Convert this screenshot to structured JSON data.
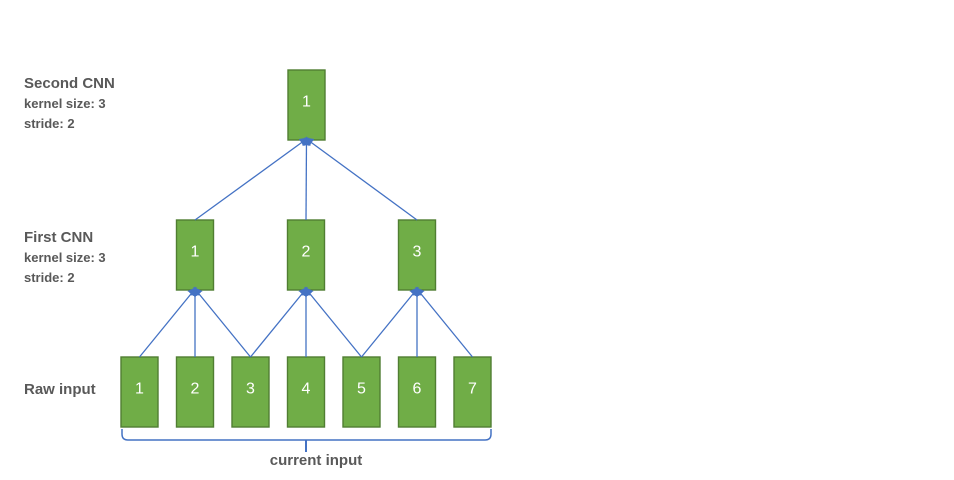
{
  "colors": {
    "background": "#FFFFFF",
    "box_fill": "#70AD47",
    "box_border": "#507E32",
    "box_text": "#FFFFFF",
    "arrow": "#4472C4",
    "label": "#595959"
  },
  "labels": {
    "second_cnn": {
      "title": "Second CNN",
      "line2": "kernel size: 3",
      "line3": "stride: 2"
    },
    "first_cnn": {
      "title": "First CNN",
      "line2": "kernel size: 3",
      "line3": "stride: 2"
    },
    "raw_input": {
      "title": "Raw input"
    },
    "brace": "current input"
  },
  "layers": [
    {
      "id": "second-cnn",
      "boxes": [
        "1"
      ]
    },
    {
      "id": "first-cnn",
      "boxes": [
        "1",
        "2",
        "3"
      ]
    },
    {
      "id": "raw-input",
      "boxes": [
        "1",
        "2",
        "3",
        "4",
        "5",
        "6",
        "7"
      ]
    }
  ],
  "connections": {
    "raw_to_first": [
      [
        0,
        0
      ],
      [
        1,
        0
      ],
      [
        2,
        0
      ],
      [
        2,
        1
      ],
      [
        3,
        1
      ],
      [
        4,
        1
      ],
      [
        4,
        2
      ],
      [
        5,
        2
      ],
      [
        6,
        2
      ]
    ],
    "first_to_second": [
      [
        0,
        0
      ],
      [
        1,
        0
      ],
      [
        2,
        0
      ]
    ]
  }
}
